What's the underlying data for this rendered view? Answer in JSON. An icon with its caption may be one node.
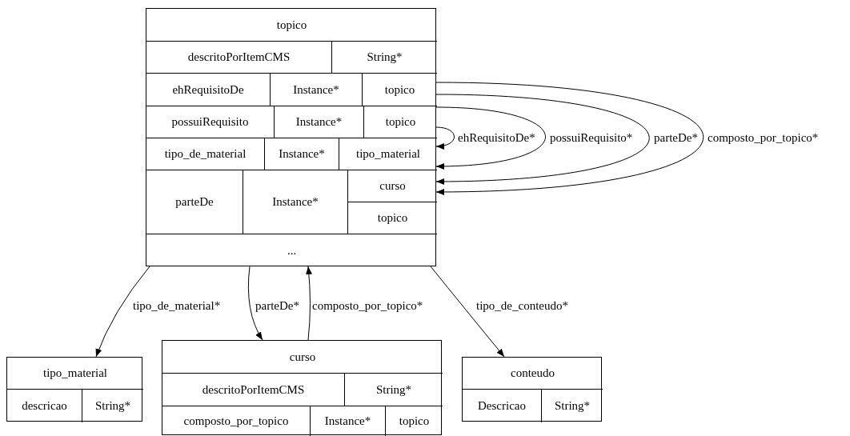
{
  "diagram": {
    "nodes": [
      {
        "text": [
          "topico",
          "descritoPorItemCMS",
          "String*",
          "ehRequisitoDe",
          "Instance*",
          "topico",
          "possuiRequisito",
          "Instance*",
          "topico",
          "tipo_de_material",
          "Instance*",
          "tipo_material",
          "parteDe",
          "Instance*",
          "curso",
          "topico",
          "..."
        ]
      },
      {
        "text": [
          "tipo_material",
          "descricao",
          "String*"
        ]
      },
      {
        "text": [
          "curso",
          "descritoPorItemCMS",
          "String*",
          "composto_por_topico",
          "Instance*",
          "topico"
        ]
      },
      {
        "text": [
          "conteudo",
          "Descricao",
          "String*"
        ]
      }
    ],
    "edges": [
      {
        "from": 0,
        "to": 0,
        "arrow": "to",
        "label": "ehRequisitoDe*"
      },
      {
        "from": 0,
        "to": 0,
        "arrow": "to",
        "label": "possuiRequisito*"
      },
      {
        "from": 0,
        "to": 0,
        "arrow": "to",
        "label": "parteDe*"
      },
      {
        "from": 0,
        "to": 0,
        "arrow": "to",
        "label": "composto_por_topico*"
      },
      {
        "from": 0,
        "to": 1,
        "arrow": "to",
        "label": "tipo_de_material*"
      },
      {
        "from": 0,
        "to": 2,
        "arrow": "to",
        "label": "parteDe*"
      },
      {
        "from": 2,
        "to": 0,
        "arrow": "to",
        "label": "composto_por_topico*"
      },
      {
        "from": 0,
        "to": 3,
        "arrow": "to",
        "label": "tipo_de_conteudo*"
      }
    ]
  }
}
